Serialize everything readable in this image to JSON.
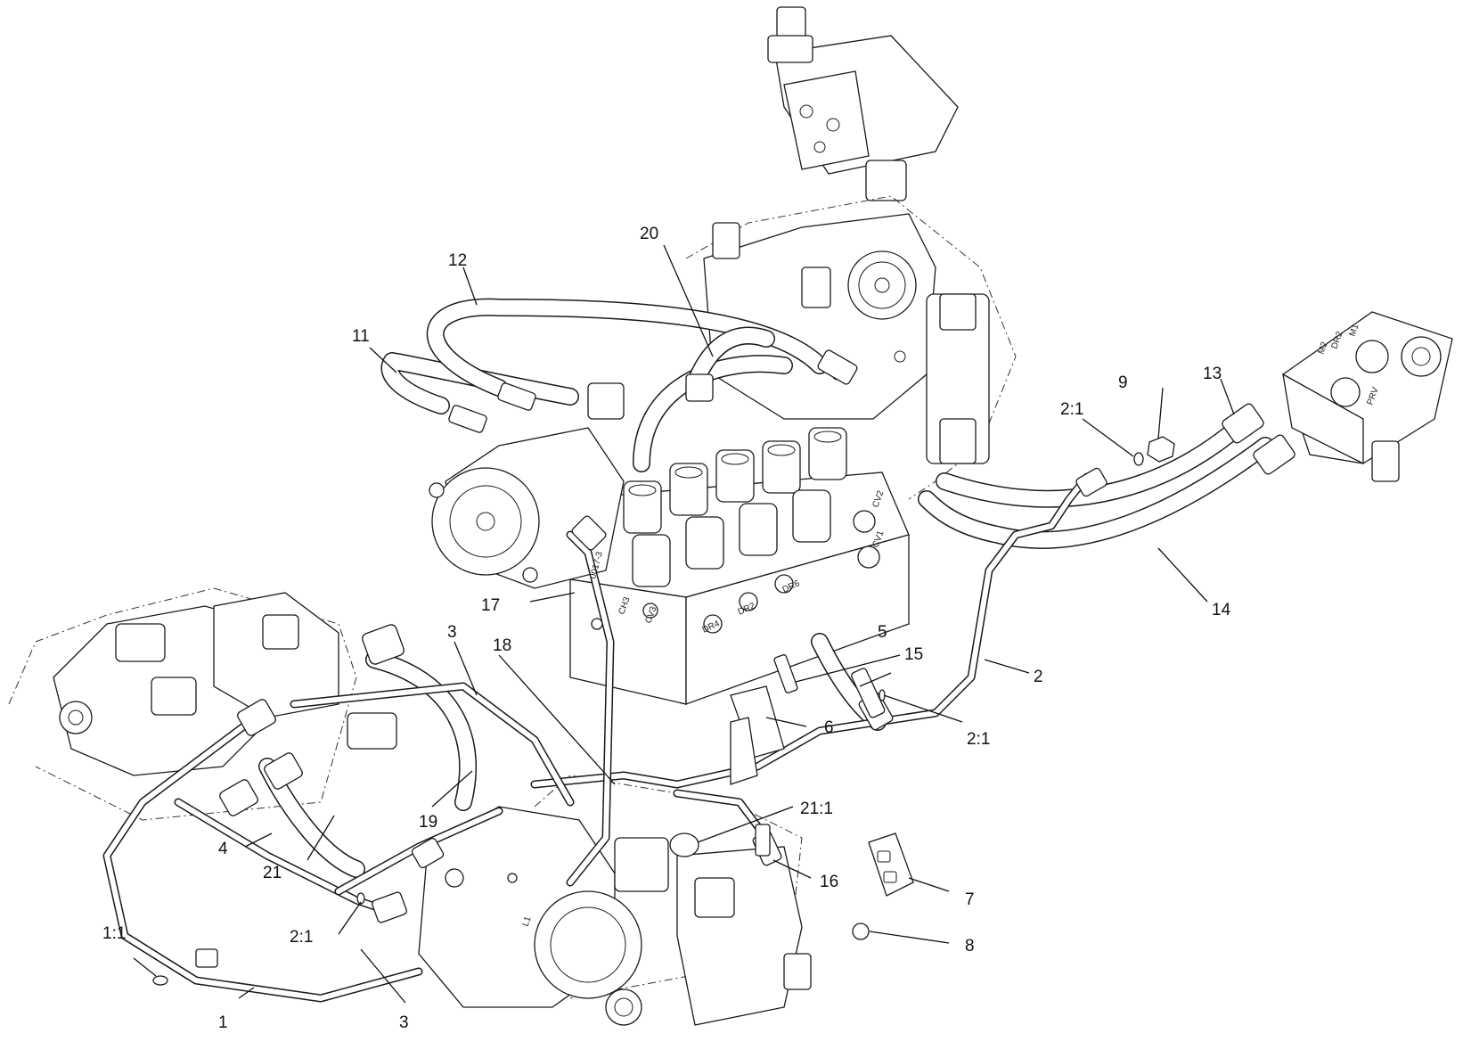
{
  "diagram": {
    "callouts": {
      "c1": "1",
      "c1_1": "1:1",
      "c2": "2",
      "c2_1_top": "2:1",
      "c2_1_mid": "2:1",
      "c2_1_low": "2:1",
      "c3_top": "3",
      "c3_bottom": "3",
      "c4": "4",
      "c5": "5",
      "c6": "6",
      "c7": "7",
      "c8": "8",
      "c9": "9",
      "c11": "11",
      "c12": "12",
      "c13": "13",
      "c14": "14",
      "c15": "15",
      "c16": "16",
      "c17": "17",
      "c18": "18",
      "c19": "19",
      "c20": "20",
      "c21": "21",
      "c21_1": "21:1"
    },
    "valve_markings": {
      "cv2": "CV2",
      "cv1": "CV1",
      "cv3": "CV3",
      "dr4": "DR4",
      "dr2": "DR2",
      "dr6": "DR6",
      "ch3": "CH3",
      "part_no": "0017-3",
      "m1": "M1",
      "m2": "M2",
      "dr2b": "DR2",
      "prv": "PRV",
      "l1": "L1"
    }
  }
}
